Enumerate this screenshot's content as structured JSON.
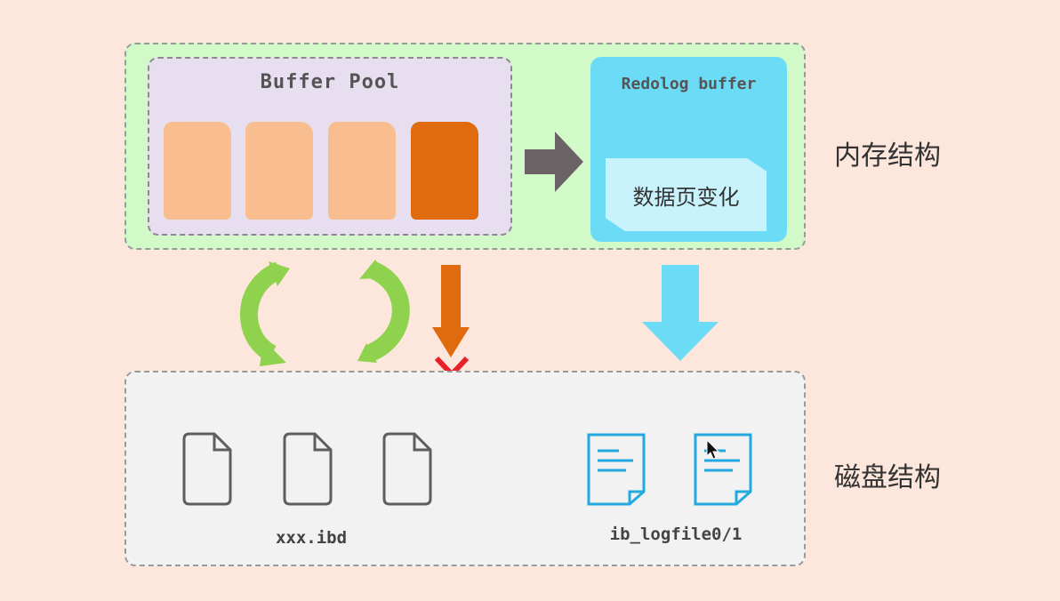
{
  "memory": {
    "label": "内存结构",
    "buffer_pool": {
      "title": "Buffer Pool"
    },
    "redo_log_buffer": {
      "title": "Redolog buffer",
      "entry": "数据页变化"
    }
  },
  "disk": {
    "label": "磁盘结构",
    "data_files_label": "xxx.ibd",
    "log_files_label": "ib_logfile0/1"
  },
  "colors": {
    "memory_bg": "#d2fac9",
    "buffer_pool_bg": "#e7def0",
    "page_clean": "#f8be90",
    "page_dirty": "#e06a0e",
    "redo_buffer": "#6cdcf6",
    "disk_bg": "#f2f2f2",
    "blocked_cross": "#e8202a",
    "sync_arrows": "#8fd24e"
  },
  "icons": [
    "arrow-right-icon",
    "sync-arrows-icon",
    "arrow-down-icon",
    "cross-icon",
    "file-icon",
    "log-file-icon",
    "mouse-cursor-icon"
  ]
}
